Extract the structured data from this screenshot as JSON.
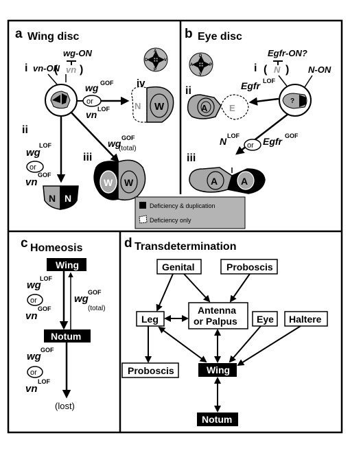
{
  "panels": {
    "a": {
      "letter": "a",
      "title": "Wing disc"
    },
    "b": {
      "letter": "b",
      "title": "Eye disc"
    },
    "c": {
      "letter": "c",
      "title": "Homeosis"
    },
    "d": {
      "letter": "d",
      "title": "Transdetermination"
    }
  },
  "wing": {
    "i": "i",
    "ii": "ii",
    "iii": "iii",
    "iv": "iv",
    "wg_on": "wg-ON",
    "vn_on": "vn-ON",
    "vn_inhibited": "vn",
    "wg": "wg",
    "vn": "vn",
    "gof": "GOF",
    "lof": "LOF",
    "total": "(total)",
    "or": "or",
    "N": "N",
    "W": "W"
  },
  "eye": {
    "i": "i",
    "ii": "ii",
    "iii": "iii",
    "egfr_on": "Egfr-ON?",
    "n_inhibited": "N",
    "n_on": "N-ON",
    "egfr": "Egfr",
    "N": "N",
    "lof": "LOF",
    "gof": "GOF",
    "or": "or",
    "A": "A",
    "E": "E",
    "q": "?"
  },
  "compass": {
    "A": "A",
    "P": "P",
    "D": "D",
    "V": "V"
  },
  "legend": {
    "items": [
      "Deficiency & duplication",
      "Deficiency only"
    ]
  },
  "homeosis": {
    "wing": "Wing",
    "notum": "Notum",
    "lost": "(lost)",
    "wg": "wg",
    "vn": "vn",
    "gof": "GOF",
    "lof": "LOF",
    "total": "(total)",
    "or": "or"
  },
  "trans": {
    "genital": "Genital",
    "proboscis_top": "Proboscis",
    "leg": "Leg",
    "antenna": "Antenna",
    "palpus": "or Palpus",
    "eye": "Eye",
    "haltere": "Haltere",
    "proboscis_bottom": "Proboscis",
    "wing": "Wing",
    "notum": "Notum"
  },
  "colors": {
    "tissue_gray": "#a8a8a8",
    "legend_box": "#b4b4b4",
    "black": "#000000",
    "white": "#ffffff"
  }
}
